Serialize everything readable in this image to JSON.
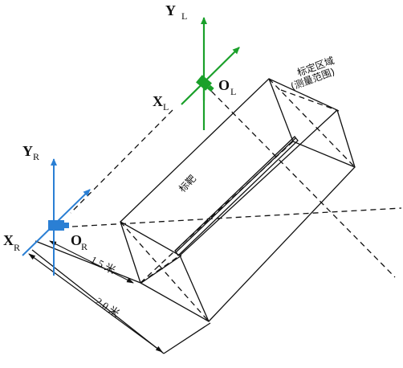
{
  "labels": {
    "left_camera": {
      "y_axis": "Y",
      "y_sub": "L",
      "x_axis": "X",
      "x_sub": "L",
      "origin": "O",
      "origin_sub": "L"
    },
    "right_camera": {
      "y_axis": "Y",
      "y_sub": "R",
      "x_axis": "X",
      "x_sub": "R",
      "origin": "O",
      "origin_sub": "R"
    },
    "calibration_region_line1": "标定区域",
    "calibration_region_line2": "(测量范围)",
    "target": "标靶",
    "dim_near": "1.5 米",
    "dim_far": "2.0 米"
  },
  "colors": {
    "left_camera": "#1aa02a",
    "right_camera": "#2a7fd4",
    "lines": "#111111"
  }
}
